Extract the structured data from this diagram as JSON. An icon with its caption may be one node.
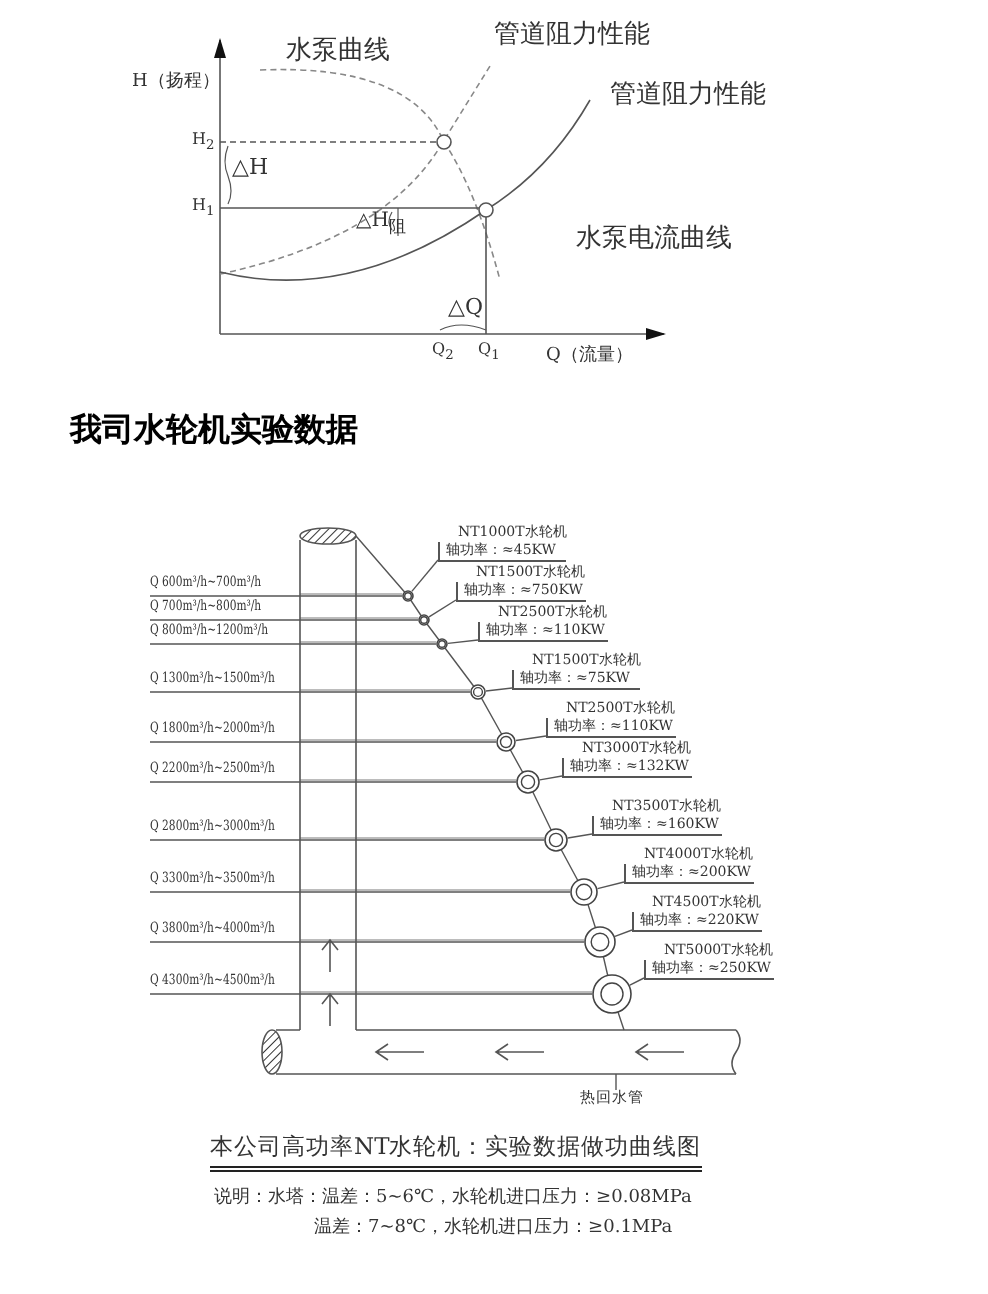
{
  "diagram": {
    "caption": "本公司高功率NT水轮机：实验数据做功曲线图",
    "nodes": [
      {
        "text": [
          "NT1000T水轮机",
          "轴功率：≈45KW"
        ]
      },
      {
        "text": [
          "NT1500T水轮机",
          "轴功率：≈750KW"
        ]
      },
      {
        "text": [
          "NT2500T水轮机",
          "轴功率：≈110KW"
        ]
      },
      {
        "text": [
          "NT1500T水轮机",
          "轴功率：≈75KW"
        ]
      },
      {
        "text": [
          "NT2500T水轮机",
          "轴功率：≈110KW"
        ]
      },
      {
        "text": [
          "NT3000T水轮机",
          "轴功率：≈132KW"
        ]
      },
      {
        "text": [
          "NT3500T水轮机",
          "轴功率：≈160KW"
        ]
      },
      {
        "text": [
          "NT4000T水轮机",
          "轴功率：≈200KW"
        ]
      },
      {
        "text": [
          "NT4500T水轮机",
          "轴功率：≈220KW"
        ]
      },
      {
        "text": [
          "NT5000T水轮机",
          "轴功率：≈250KW"
        ]
      },
      {
        "text": [],
        "shape": "circle"
      },
      {
        "text": [],
        "shape": "circle"
      },
      {
        "text": [],
        "shape": "circle"
      },
      {
        "text": [],
        "shape": "circle"
      },
      {
        "text": [],
        "shape": "circle"
      },
      {
        "text": [],
        "shape": "circle"
      },
      {
        "text": [],
        "shape": "circle"
      },
      {
        "text": [],
        "shape": "circle"
      },
      {
        "text": [],
        "shape": "circle"
      },
      {
        "text": [],
        "shape": "circle"
      },
      {
        "text": [
          "热回水管"
        ]
      }
    ],
    "edges": [
      {
        "from": 0,
        "to": 10,
        "arrow": "none"
      },
      {
        "from": 1,
        "to": 11,
        "arrow": "none"
      },
      {
        "from": 2,
        "to": 12,
        "arrow": "none"
      },
      {
        "from": 3,
        "to": 13,
        "arrow": "none"
      },
      {
        "from": 4,
        "to": 14,
        "arrow": "none"
      },
      {
        "from": 5,
        "to": 15,
        "arrow": "none"
      },
      {
        "from": 6,
        "to": 16,
        "arrow": "none"
      },
      {
        "from": 7,
        "to": 17,
        "arrow": "none"
      },
      {
        "from": 8,
        "to": 18,
        "arrow": "none"
      },
      {
        "from": 9,
        "to": 19,
        "arrow": "none"
      },
      {
        "from": 20,
        "to": null,
        "arrow": "none"
      }
    ],
    "labels": [
      "水泵曲线",
      "管道阻力性能",
      "H（扬程）",
      "管道阻力性能",
      "H$_{2}$",
      "△H",
      "H$_{1}$",
      "△H$_{阻}$",
      "水泵电流曲线",
      "△Q",
      "Q$_{2}$",
      "Q$_{1}$",
      "Q（流量）",
      "我司水轮机实验数据",
      "Q 600m³/h~700m³/h",
      "Q 700m³/h~800m³/h",
      "Q 800m³/h~1200m³/h",
      "Q 1300m³/h~1500m³/h",
      "Q 1800m³/h~2000m³/h",
      "Q 2200m³/h~2500m³/h",
      "Q 2800m³/h~3000m³/h",
      "Q 3300m³/h~3500m³/h",
      "Q 3800m³/h~4000m³/h",
      "Q 4300m³/h~4500m³/h",
      "说明：水塔：温差：5~6℃，水轮机进口压力：≥0.08MPa",
      "温差：7~8℃，水轮机进口压力：≥0.1MPa"
    ]
  }
}
